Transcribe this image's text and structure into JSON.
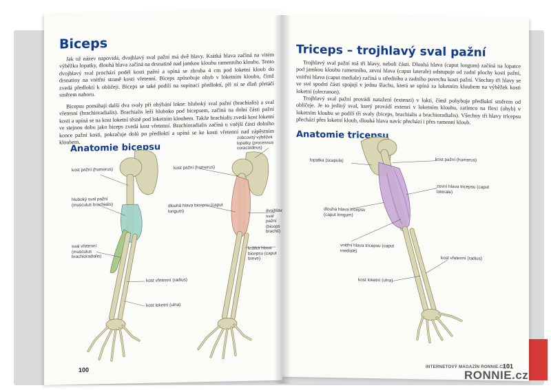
{
  "left_page": {
    "title": "Biceps",
    "paragraph1": "Jak už název napovídá, dvojhlavý sval pažní má dvě hlavy. Krátká hlava začíná na vitém výběžku lopatky, dlouhá hlava začíná na drsnatině nad jamkou kloubu ramenního kloubu. Tento dvojhlavý sval prochází podél kosti pažní a upíná se zhruba 4 cm pod loketní kloub do drsnatiny na vnitřní straně kosti vřetenní. Biceps způsobuje ohyb v loketním kloubu, čímž zvedá předloktí k obličeji. Biceps se také podílí na supinaci předloktí, při ní se dlaň přetáčí směrem nahoru.",
    "paragraph2": "Bicepsu pomáhají další dva svaly při ohýbání lokte: hluboký sval pažní (brachialis) a sval vřetenní (brachioradialis). Brachialis leží hluboko pod bicepsem, začíná na dolní části pažní kosti a upíná se na kost loketní těsně pod loketním kloubem. Takže brachialis zvedá kost loketní ve stejnou dobu jako biceps zvedá kost vřetenní. Brachioradialis začíná u vnější části dolního konce pažní kosti, pokračuje dolů po předloktí a upíná se ke kosti vřetenní nad zápěstním kloubem.",
    "subtitle": "Anatomie bicepsu",
    "labels": {
      "humerus": "kost pažní (humerus)",
      "brachialis": "hluboký sval pažní (musculus brachialis)",
      "brachioradialis": "sval vřetenní (musculus brachioradialis)",
      "radius": "kost vřetenní (radius)",
      "ulna": "kost loketní (ulna)",
      "coracoid": "zobcovitý výběžek lopatky (processus coracoideus)",
      "humerus2": "kost pažní (humerus)",
      "long_head": "dlouhá hlava bicepsu (caput longum)",
      "biceps_brachii": "dvojhlavý sval pažní (biceps brachii)",
      "short_head": "krátká hlava bicepsu (caput breve)"
    },
    "page_number": "100"
  },
  "right_page": {
    "title": "Triceps – trojhlavý sval pažní",
    "paragraph1": "Trojhlavý sval pažní má tři hlavy, neboli části. Dlouhá hlava (caput longum) začíná na lopatce pod jamkou kloubu ramenního, zevní hlava (caput laterale) odstupuje od zadní plochy kosti pažní, vnitřní hlava (caput mediale) začíná u středního a zadního povrchu kosti pažní. Všechny tři hlavy se ve své spodní části spojují v jednu šlachu, která se upíná za loketním kloubem na výběžek kosti loketní (olecranon).",
    "paragraph2": "Trojhlavý sval pažní provádí natažení (extenzi) v lokti, čímž pohybuje předloktí směrem od obličeje. Je to jediný sval, který provádí extenzi v loketním kloubu, zatímco na flexi (ohyb) v loketním kloubu se podílí tři svaly (biceps, brachialis a brachioradialis). Všechny tři hlavy tricepsu přechází přes loketní kloub, dlouhá hlava navíc přechází i přes ramenní kloub.",
    "subtitle": "Anatomie tricepsu",
    "labels": {
      "scapula": "lopatka (scapula)",
      "humerus": "kost pažní (humerus)",
      "lateral_head": "zevní hlava tricepsu (caput laterale)",
      "long_head": "dlouhá hlava tricepsu (caput longum)",
      "medial_head": "vnitřní hlava tricepsu (caput mediale)",
      "radius": "kost vřetenní (radius)",
      "ulna": "kost loketní (ulna)"
    },
    "page_number": "101"
  },
  "watermark": {
    "top": "INTERNETOVÝ MAGAZÍN RONNIE.CZ",
    "logo": "RONNIE.cz"
  },
  "colors": {
    "heading": "#103a8a",
    "page": "#fbfbf8",
    "cover": "#d9dadc",
    "bone": "#d8d6b4",
    "biceps_muscle": "#e7b8a6",
    "brachialis_muscle": "#9fd3c7",
    "triceps_muscle": "#c9a9d6"
  }
}
